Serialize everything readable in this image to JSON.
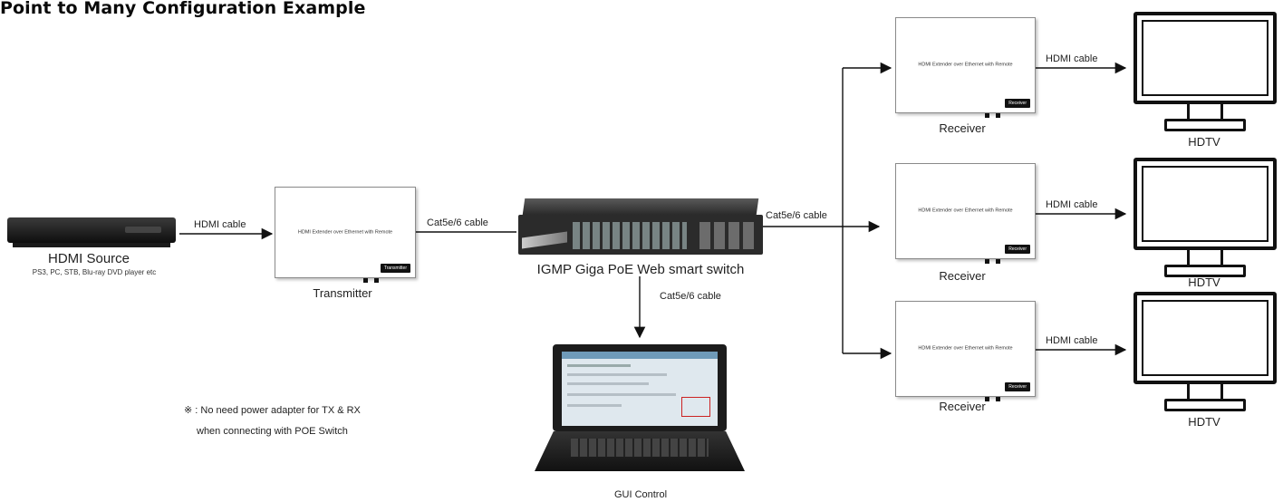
{
  "title": "Point to Many Configuration Example",
  "source": {
    "name": "HDMI Source",
    "desc": "PS3, PC, STB, Blu-ray DVD player etc"
  },
  "transmitter": {
    "label": "Transmitter",
    "device_text": "HDMI Extender over Ethernet with Remote",
    "badge": "Transmitter"
  },
  "switch": {
    "label": "IGMP Giga PoE Web smart switch"
  },
  "gui": {
    "label": "GUI Control"
  },
  "note": {
    "line1": "※ : No need power adapter for TX & RX",
    "line2": "when connecting with POE Switch"
  },
  "cables": {
    "hdmi_source_tx": "HDMI cable",
    "tx_switch": "Cat5e/6 cable",
    "switch_rx": "Cat5e/6 cable",
    "switch_gui": "Cat5e/6 cable"
  },
  "receivers": [
    {
      "label": "Receiver",
      "device_text": "HDMI Extender over Ethernet with Remote",
      "badge": "Receiver",
      "cable": "HDMI cable",
      "display": "HDTV"
    },
    {
      "label": "Receiver",
      "device_text": "HDMI Extender over Ethernet with Remote",
      "badge": "Receiver",
      "cable": "HDMI cable",
      "display": "HDTV"
    },
    {
      "label": "Receiver",
      "device_text": "HDMI Extender over Ethernet with Remote",
      "badge": "Receiver",
      "cable": "HDMI cable",
      "display": "HDTV"
    }
  ],
  "colors": {
    "switch_body": "#2b2b2b",
    "switch_panel": "#3a3a3a",
    "laptop_body": "#1c1c1c",
    "screen": "#dfe8ee"
  }
}
